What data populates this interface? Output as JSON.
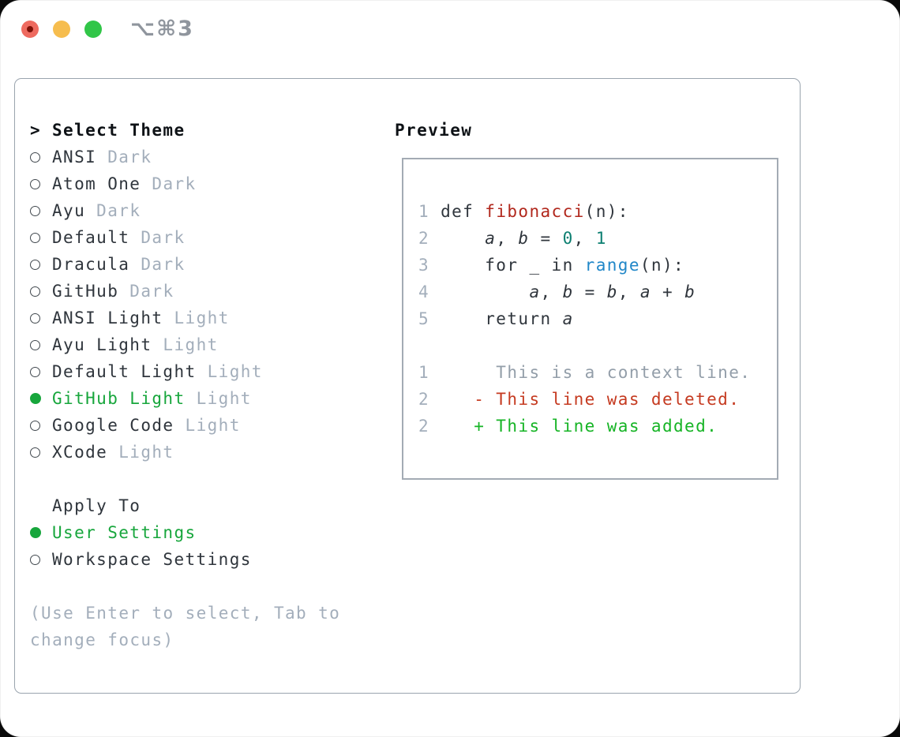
{
  "window": {
    "title": "⌥⌘3"
  },
  "colors": {
    "text": "#2f353c",
    "header_text": "#0e1216",
    "muted": "#a3aebb",
    "line_number": "#a3aebb",
    "context_gray": "#939ea9",
    "selected_green": "#17a63c",
    "added_green": "#16b425",
    "deleted_red": "#c53a20",
    "func_red": "#b1271c",
    "keyword_blue": "#2187c8",
    "number_teal": "#0c7f71",
    "panel_border": "#9aa4ae",
    "box_border": "#a3abb4",
    "title_gray": "#8f959d",
    "tl_red": "#ee6a5f",
    "tl_red_dot": "#7d1007",
    "tl_yellow": "#f6bd4e",
    "tl_green": "#31c648"
  },
  "left": {
    "header_prefix": ">",
    "header": "Select Theme",
    "themes": [
      {
        "name": "ANSI",
        "variant": "Dark",
        "selected": false
      },
      {
        "name": "Atom One",
        "variant": "Dark",
        "selected": false
      },
      {
        "name": "Ayu",
        "variant": "Dark",
        "selected": false
      },
      {
        "name": "Default",
        "variant": "Dark",
        "selected": false
      },
      {
        "name": "Dracula",
        "variant": "Dark",
        "selected": false
      },
      {
        "name": "GitHub",
        "variant": "Dark",
        "selected": false
      },
      {
        "name": "ANSI Light",
        "variant": "Light",
        "selected": false
      },
      {
        "name": "Ayu Light",
        "variant": "Light",
        "selected": false
      },
      {
        "name": "Default Light",
        "variant": "Light",
        "selected": false
      },
      {
        "name": "GitHub Light",
        "variant": "Light",
        "selected": true
      },
      {
        "name": "Google Code",
        "variant": "Light",
        "selected": false
      },
      {
        "name": "XCode",
        "variant": "Light",
        "selected": false
      }
    ],
    "apply_to": {
      "header": "Apply To",
      "options": [
        {
          "label": "User Settings",
          "selected": true
        },
        {
          "label": "Workspace Settings",
          "selected": false
        }
      ]
    },
    "hint_lines": [
      "(Use Enter to select, Tab to",
      "change focus)"
    ]
  },
  "preview": {
    "header": "Preview",
    "code_lines": [
      {
        "num": "1",
        "tokens": [
          {
            "t": "def ",
            "c": "t"
          },
          {
            "t": "fibonacci",
            "c": "fn"
          },
          {
            "t": "(n):",
            "c": "t"
          }
        ]
      },
      {
        "num": "2",
        "tokens": [
          {
            "t": "    ",
            "c": "t"
          },
          {
            "t": "a",
            "c": "v"
          },
          {
            "t": ", ",
            "c": "t"
          },
          {
            "t": "b",
            "c": "v"
          },
          {
            "t": " = ",
            "c": "t"
          },
          {
            "t": "0",
            "c": "n"
          },
          {
            "t": ", ",
            "c": "t"
          },
          {
            "t": "1",
            "c": "n"
          }
        ]
      },
      {
        "num": "3",
        "tokens": [
          {
            "t": "    for _ in ",
            "c": "t"
          },
          {
            "t": "range",
            "c": "k"
          },
          {
            "t": "(n):",
            "c": "t"
          }
        ]
      },
      {
        "num": "4",
        "tokens": [
          {
            "t": "        ",
            "c": "t"
          },
          {
            "t": "a",
            "c": "v"
          },
          {
            "t": ", ",
            "c": "t"
          },
          {
            "t": "b",
            "c": "v"
          },
          {
            "t": " = ",
            "c": "t"
          },
          {
            "t": "b",
            "c": "v"
          },
          {
            "t": ", ",
            "c": "t"
          },
          {
            "t": "a",
            "c": "v"
          },
          {
            "t": " + ",
            "c": "t"
          },
          {
            "t": "b",
            "c": "v"
          }
        ]
      },
      {
        "num": "5",
        "tokens": [
          {
            "t": "    return ",
            "c": "t"
          },
          {
            "t": "a",
            "c": "v"
          }
        ]
      },
      {
        "num": "",
        "tokens": []
      },
      {
        "num": "1",
        "tokens": [
          {
            "t": "     This is a context line.",
            "c": "x"
          }
        ]
      },
      {
        "num": "2",
        "tokens": [
          {
            "t": "   - This line was deleted.",
            "c": "d"
          }
        ]
      },
      {
        "num": "2",
        "tokens": [
          {
            "t": "   + This line was added.",
            "c": "a"
          }
        ]
      }
    ]
  }
}
